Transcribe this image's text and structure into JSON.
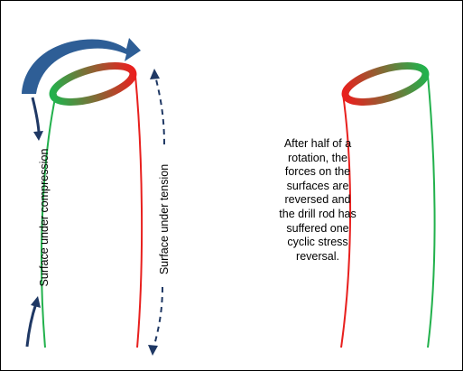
{
  "labels": {
    "compression": "Surface under compression",
    "tension": "Surface under tension"
  },
  "note": {
    "lines": [
      "After half of a",
      "rotation, the",
      "forces on the",
      "surfaces are",
      "reversed and",
      "the drill rod has",
      "suffered one",
      "cyclic stress",
      "reversal."
    ]
  },
  "colors": {
    "compression_side": "#22b14c",
    "tension_side": "#e8201e",
    "rotation_arrow": "#2e5e96",
    "force_arrows": "#1f3864"
  }
}
